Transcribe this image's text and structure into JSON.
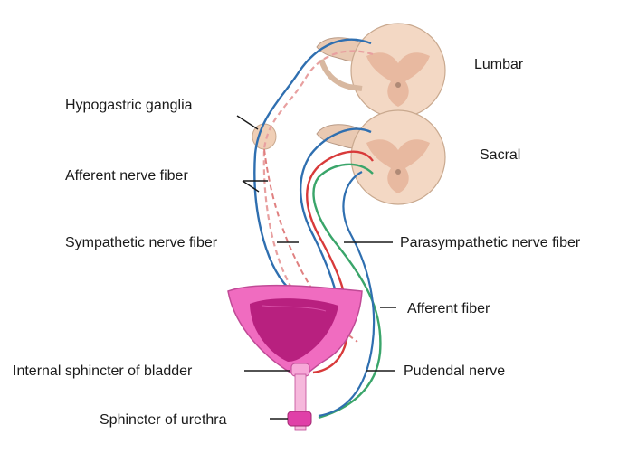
{
  "labels": {
    "lumbar": "Lumbar",
    "sacral": "Sacral",
    "hypogastric_ganglia": "Hypogastric ganglia",
    "afferent_nerve_fiber": "Afferent nerve fiber",
    "sympathetic_nerve_fiber": "Sympathetic nerve fiber",
    "parasympathetic_nerve_fiber": "Parasympathetic nerve fiber",
    "afferent_fiber": "Afferent fiber",
    "internal_sphincter": "Internal sphincter of bladder",
    "pudendal_nerve": "Pudendal nerve",
    "sphincter_urethra": "Sphincter of urethra"
  },
  "colors": {
    "afferent": "#2f6fb0",
    "sympathetic": "#e07a7a",
    "parasympathetic": "#d83a3a",
    "somatic": "#3aa56a",
    "bladder": "#e060b8",
    "bladder_inner": "#b8207f",
    "spinal_cord": "#f3d8c4",
    "grey_matter": "#e8b9a0"
  }
}
